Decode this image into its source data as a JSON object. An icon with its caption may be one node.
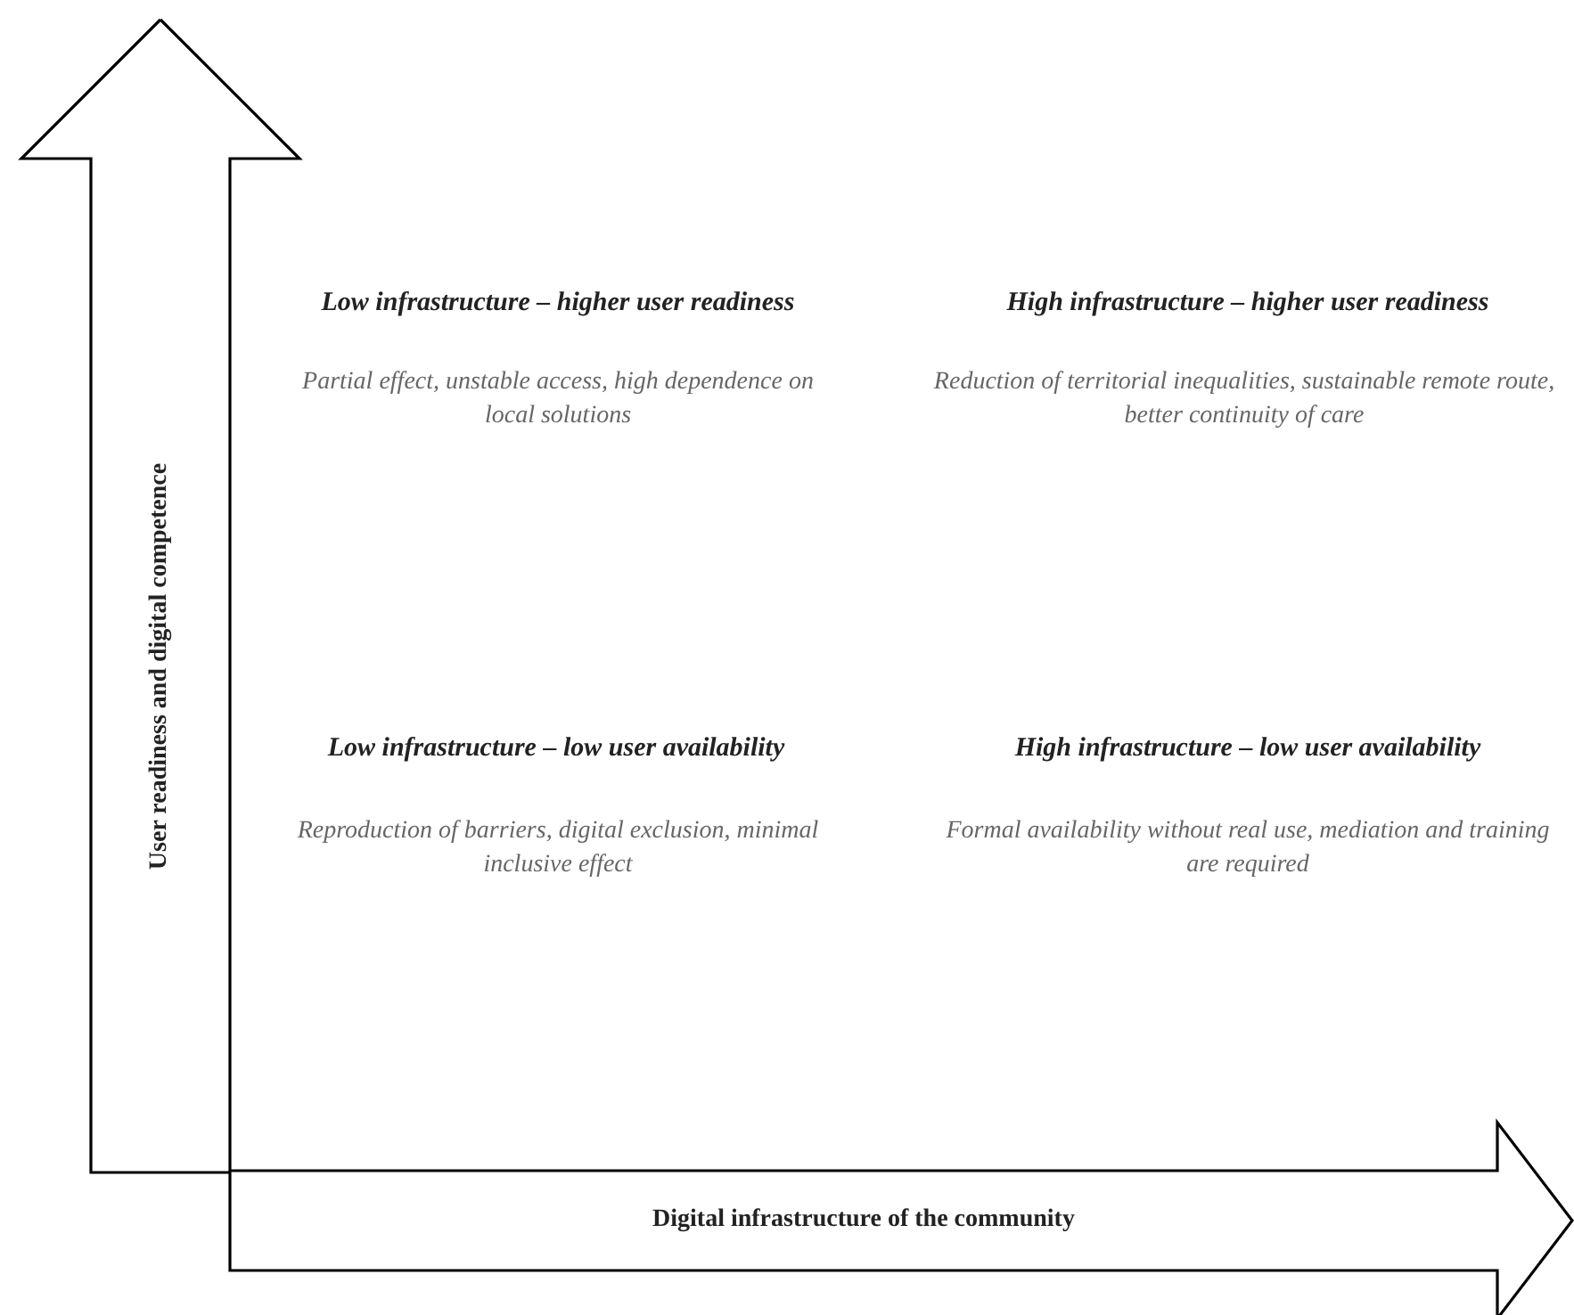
{
  "diagram": {
    "nodes": [
      {
        "text": [
          "User readiness and digital competence"
        ]
      },
      {
        "text": [
          "Digital infrastructure of the community"
        ]
      }
    ],
    "labels": [
      "Low infrastructure – higher user readiness",
      "High infrastructure – higher user readiness",
      "Partial effect, unstable access, high dependence on local solutions",
      "Reduction of territorial inequalities, sustainable remote route, better continuity of care",
      "Low infrastructure – low user availability",
      "High infrastructure – low user availability",
      "Reproduction of barriers, digital exclusion, minimal inclusive effect",
      "Formal availability without real use, mediation and training are required"
    ]
  }
}
